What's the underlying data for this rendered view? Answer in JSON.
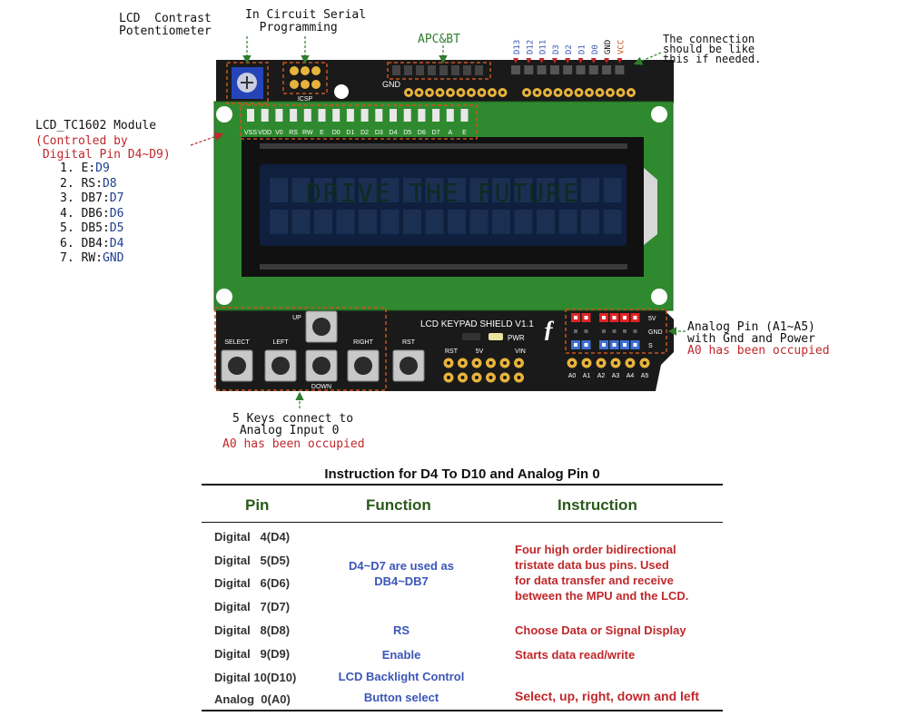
{
  "annotations": {
    "contrast_pot": "LCD  Contrast\nPotentiometer",
    "icsp_prog": "In Circuit Serial\n  Programming",
    "apcbt": "APC&BT",
    "connection_note": "The connection\nshould be like\nthis if needed.",
    "lcd_module_title": "LCD_TC1602 Module",
    "lcd_module_sub": "(Controled by\n Digital Pin D4~D9)",
    "lcd_map": [
      {
        "n": "1. E:",
        "v": "D9"
      },
      {
        "n": "2. RS:",
        "v": "D8"
      },
      {
        "n": "3. DB7:",
        "v": "D7"
      },
      {
        "n": "4. DB6:",
        "v": "D6"
      },
      {
        "n": "5. DB5:",
        "v": "D5"
      },
      {
        "n": "6. DB4:",
        "v": "D4"
      },
      {
        "n": "7. RW:",
        "v": "GND"
      }
    ],
    "analog_pin": "Analog Pin (A1~A5)\nwith Gnd and Power",
    "analog_occupied": "A0 has been occupied",
    "keys_line": "5 Keys connect to\n Analog Input 0",
    "keys_occupied": "A0 has been occupied"
  },
  "board": {
    "icsp": "ICSP",
    "gnd": "GND",
    "lcd_pins": [
      "VSS",
      "VDD",
      "V0",
      "RS",
      "RW",
      "E",
      "D0",
      "D1",
      "D2",
      "D3",
      "D4",
      "D5",
      "D6",
      "D7",
      "A",
      "E"
    ],
    "lcd_text": "DRIVE THE FUTURE",
    "top_pins": [
      "D13",
      "D12",
      "D11",
      "D3",
      "D2",
      "D1",
      "D0",
      "GND",
      "VCC"
    ],
    "shield_name": "LCD KEYPAD SHIELD V1.1",
    "pwr": "PWR",
    "buttons": {
      "up": "UP",
      "select": "SELECT",
      "left": "LEFT",
      "right": "RIGHT",
      "down": "DOWN",
      "rst": "RST"
    },
    "power_pins": [
      "RST",
      "5V",
      "VIN"
    ],
    "analog_header": [
      "5V",
      "GND",
      "S"
    ],
    "analog_pins": [
      "A0",
      "A1",
      "A2",
      "A3",
      "A4",
      "A5"
    ]
  },
  "table": {
    "title": "Instruction for D4 To D10 and Analog Pin 0",
    "headers": {
      "pin": "Pin",
      "function": "Function",
      "instruction": "Instruction"
    },
    "pins": [
      "Digital   4(D4)",
      "Digital   5(D5)",
      "Digital   6(D6)",
      "Digital   7(D7)",
      "Digital   8(D8)",
      "Digital   9(D9)",
      "Digital 10(D10)",
      "Analog  0(A0)"
    ],
    "functions": [
      "D4~D7 are used as",
      "DB4~DB7",
      "RS",
      "Enable",
      "LCD Backlight Control",
      "Button select"
    ],
    "instructions": [
      "Four high order bidirectional",
      "tristate data bus pins. Used",
      "for data transfer and receive",
      "between the MPU and the LCD.",
      "Choose Data or Signal Display",
      "Starts data read/write",
      "Select, up, right, down and left"
    ]
  }
}
